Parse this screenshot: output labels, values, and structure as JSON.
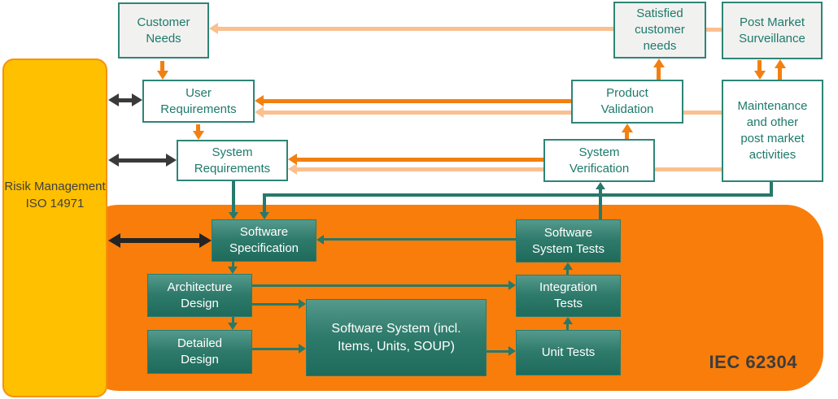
{
  "diagram": {
    "title": "IEC 62304 software development V-model with risk management",
    "background": "#FFFFFF"
  },
  "risk_management": {
    "label": "Risik Management ISO 14971",
    "fill": "#FFC000",
    "border": "#F5920B",
    "text_color": "#3F3F3F"
  },
  "iec_container": {
    "label": "IEC 62304",
    "fill": "#F97D0B",
    "label_color": "#3D3D3D"
  },
  "nodes": {
    "customer_needs": {
      "label": "Customer Needs",
      "style": "external-gray"
    },
    "satisfied_customer_needs": {
      "label": "Satisfied customer needs",
      "style": "external-gray"
    },
    "post_market_surveillance": {
      "label": "Post Market Surveillance",
      "style": "external-gray"
    },
    "user_requirements": {
      "label": "User Requirements",
      "style": "external-white"
    },
    "system_requirements": {
      "label": "System Requirements",
      "style": "external-white"
    },
    "product_validation": {
      "label": "Product Validation",
      "style": "external-white"
    },
    "system_verification": {
      "label": "System Verification",
      "style": "external-white"
    },
    "maintenance": {
      "label": "Maintenance and other post market activities",
      "style": "external-white"
    },
    "software_specification": {
      "label": "Software Specification",
      "style": "process-teal"
    },
    "architecture_design": {
      "label": "Architecture Design",
      "style": "process-teal"
    },
    "detailed_design": {
      "label": "Detailed Design",
      "style": "process-teal"
    },
    "software_system": {
      "label": "Software System (incl. Items, Units, SOUP)",
      "style": "process-teal"
    },
    "software_system_tests": {
      "label": "Software System Tests",
      "style": "process-teal"
    },
    "integration_tests": {
      "label": "Integration Tests",
      "style": "process-teal"
    },
    "unit_tests": {
      "label": "Unit Tests",
      "style": "process-teal"
    }
  },
  "colors": {
    "teal_line": "#27796A",
    "orange_line": "#F28011",
    "peach_line": "#FAC090",
    "gray_line": "#3A3A3A",
    "black_line": "#242424",
    "node_border": "#2E8577",
    "node_text": "#1E7A6B",
    "node_fill_white": "#FFFFFF",
    "node_fill_gray": "#F1F1F0",
    "process_gradient_top": "#559A8C",
    "process_gradient_bottom": "#1E6B5C"
  },
  "edges": [
    {
      "from": "satisfied_customer_needs",
      "to": "customer_needs",
      "color": "peach"
    },
    {
      "from": "post_market_surveillance",
      "to": "satisfied_customer_needs",
      "color": "peach"
    },
    {
      "from": "customer_needs",
      "to": "user_requirements",
      "color": "orange"
    },
    {
      "from": "user_requirements",
      "to": "system_requirements",
      "color": "orange"
    },
    {
      "from": "product_validation",
      "to": "user_requirements",
      "color": "orange"
    },
    {
      "from": "maintenance",
      "to": "user_requirements",
      "color": "peach"
    },
    {
      "from": "system_verification",
      "to": "system_requirements",
      "color": "orange"
    },
    {
      "from": "maintenance",
      "to": "system_requirements",
      "color": "peach"
    },
    {
      "from": "product_validation",
      "to": "satisfied_customer_needs",
      "color": "orange"
    },
    {
      "from": "system_verification",
      "to": "product_validation",
      "color": "orange"
    },
    {
      "from": "post_market_surveillance",
      "to": "maintenance",
      "color": "orange"
    },
    {
      "from": "maintenance",
      "to": "post_market_surveillance",
      "color": "orange"
    },
    {
      "from": "risk_management",
      "to": "user_requirements",
      "color": "gray",
      "style": "bidirectional"
    },
    {
      "from": "risk_management",
      "to": "system_requirements",
      "color": "gray",
      "style": "bidirectional"
    },
    {
      "from": "risk_management",
      "to": "software_specification",
      "color": "black",
      "style": "bidirectional"
    },
    {
      "from": "system_requirements",
      "to": "software_specification",
      "color": "teal"
    },
    {
      "from": "maintenance",
      "to": "software_specification",
      "color": "teal"
    },
    {
      "from": "software_system_tests",
      "to": "system_verification",
      "color": "teal"
    },
    {
      "from": "software_system_tests",
      "to": "software_specification",
      "color": "teal"
    },
    {
      "from": "software_specification",
      "to": "architecture_design",
      "color": "teal"
    },
    {
      "from": "architecture_design",
      "to": "detailed_design",
      "color": "teal"
    },
    {
      "from": "architecture_design",
      "to": "integration_tests",
      "color": "teal"
    },
    {
      "from": "architecture_design",
      "to": "software_system",
      "color": "teal"
    },
    {
      "from": "detailed_design",
      "to": "software_system",
      "color": "teal"
    },
    {
      "from": "software_system",
      "to": "unit_tests",
      "color": "teal"
    },
    {
      "from": "unit_tests",
      "to": "integration_tests",
      "color": "teal"
    },
    {
      "from": "integration_tests",
      "to": "software_system_tests",
      "color": "teal"
    }
  ]
}
